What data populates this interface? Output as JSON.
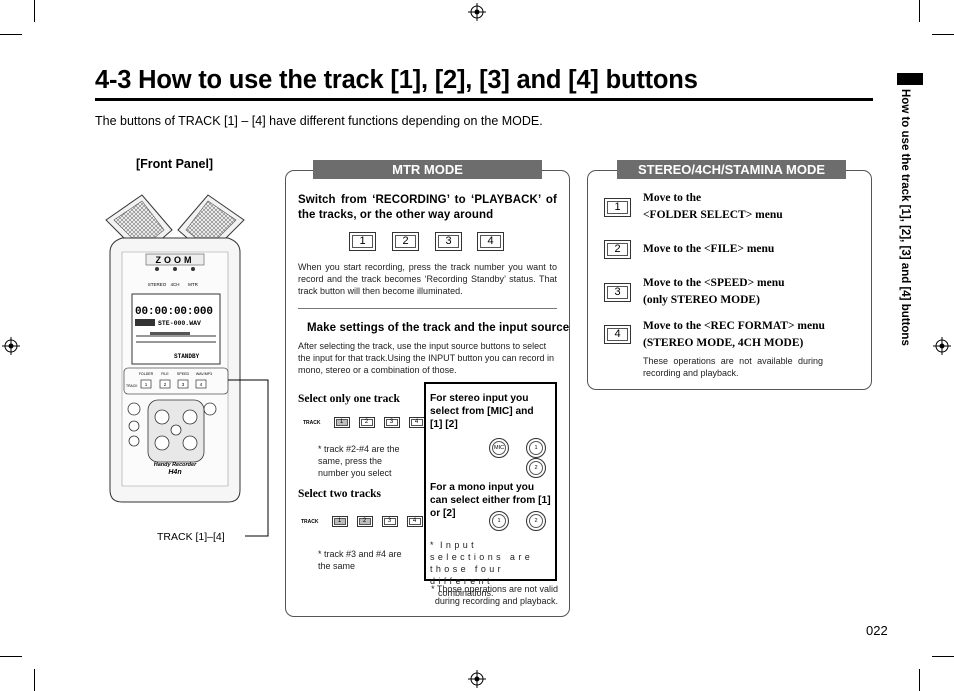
{
  "page": {
    "title": "4-3   How to use the track [1], [2], [3] and [4] buttons",
    "intro": "The buttons of TRACK [1] – [4] have different functions depending on the MODE.",
    "side_title": "How to use the track [1], [2], [3] and [4] buttons",
    "page_number": "022"
  },
  "front_panel": {
    "label": "[Front Panel]",
    "track_caption": "TRACK [1]–[4]",
    "device": {
      "brand": "ZOOM",
      "mode_labels": [
        "STEREO",
        "4CH",
        "MTR"
      ],
      "display_time": "00:00:00:000",
      "display_file": "STE-000.WAV",
      "display_bottom": "STANDBY",
      "menu_labels": [
        "FOLDER",
        "FILE",
        "SPEED",
        "WAV/MP3"
      ],
      "track_label": "TRACK",
      "track_keys": [
        "1",
        "2",
        "3",
        "4"
      ],
      "model_line1": "Handy Recorder",
      "model_line2": "H4n"
    }
  },
  "mtr": {
    "header": "MTR MODE",
    "section1_head": "Switch from ‘RECORDING’ to ‘PLAYBACK’ of the tracks, or the other way around",
    "section1_keys": [
      "1",
      "2",
      "3",
      "4"
    ],
    "section1_text": "When you start recording, press the track number you want to record and the track becomes ‘Recording Standby’ status. That track button will then become illuminated.",
    "section2_head": "Make settings of the track and the input source",
    "section2_text": "After selecting the track, use the input source buttons to select the input for that track.Using the INPUT button you can record in mono, stereo or a combination of those.",
    "one_track_head": "Select only one track",
    "two_tracks_head": "Select two tracks",
    "small_track_label": "TRACK",
    "small_keys": [
      "1",
      "2",
      "3",
      "4"
    ],
    "note_one": "* track #2-#4 are the same, press the number you select",
    "note_two": "* track #3 and #4 are the same",
    "stereo_input_head": "For stereo input you select from [MIC] and [1] [2]",
    "mono_input_head": "For a mono input you can select either from [1] or [2]",
    "mic_label": "MIC",
    "input_keys": [
      "1",
      "2"
    ],
    "combination_note_star": "*",
    "combination_note_spaced": "Input selections are those four different",
    "combination_note_end": "combinations.",
    "footer_note": "* Those operations are not valid during recording and playback."
  },
  "stereo": {
    "header": "STEREO/4CH/STAMINA MODE",
    "items": [
      {
        "key": "1",
        "line1": "Move to the",
        "line2": "<FOLDER SELECT> menu"
      },
      {
        "key": "2",
        "line1": "Move to the <FILE> menu",
        "line2": ""
      },
      {
        "key": "3",
        "line1": "Move to the <SPEED> menu",
        "line2": "(only STEREO MODE)"
      },
      {
        "key": "4",
        "line1": "Move to the <REC FORMAT> menu",
        "line2": "(STEREO MODE, 4CH MODE)"
      }
    ],
    "note": "These operations are not available during recording and playback."
  }
}
